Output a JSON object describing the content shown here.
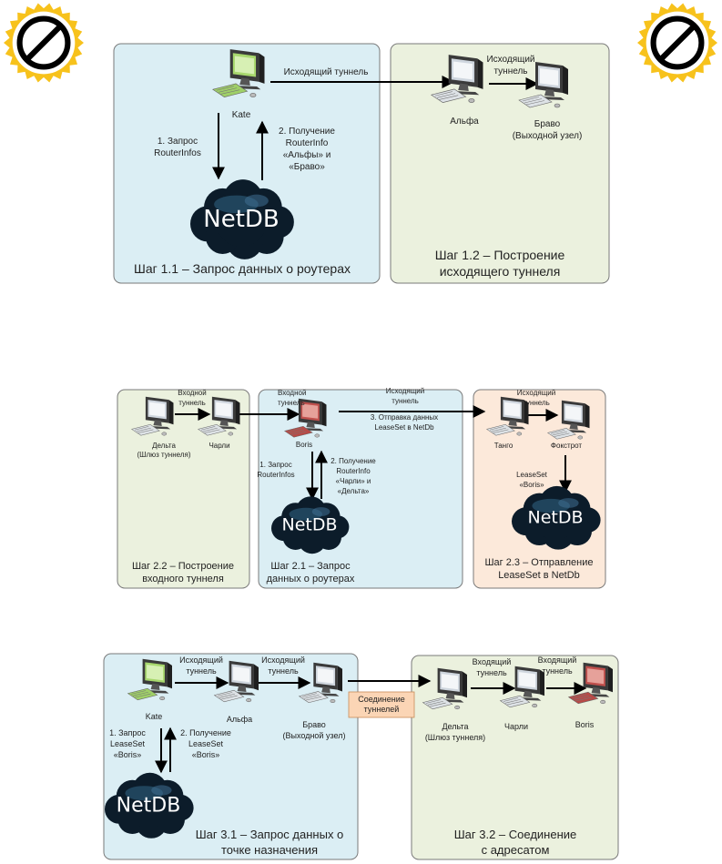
{
  "colors": {
    "panel_blue": "#dbeef4",
    "panel_green": "#ebf1de",
    "panel_peach": "#fce9da",
    "panel_border": "#7a7a7a",
    "cloud_dark": "#0c1c2a",
    "badge_yellow": "#f7c21c",
    "tunnel_box": "#fbd5b5"
  },
  "stage1": {
    "panel_left_title": [
      "Шаг 1.1 – Запрос данных о роутерах"
    ],
    "panel_right_title": [
      "Шаг 1.2 – Построение",
      "исходящего туннеля"
    ],
    "kate": "Kate",
    "request": [
      "1. Запрос",
      "RouterInfos"
    ],
    "receive": [
      "2. Получение",
      "RouterInfo",
      "«Альфы» и",
      "«Браво»"
    ],
    "netdb": "NetDB",
    "outbound_tunnel": "Исходящий туннель",
    "inner_tunnel": [
      "Исходящий",
      "туннель"
    ],
    "alpha": "Альфа",
    "bravo": [
      "Браво",
      "(Выходной узел)"
    ]
  },
  "stage2": {
    "panel_left_title": [
      "Шаг 2.2 – Построение",
      "входного туннеля"
    ],
    "panel_mid_title": [
      "Шаг 2.1 – Запрос",
      "данных о роутерах"
    ],
    "panel_right_title": [
      "Шаг 2.3 – Отправление",
      "LeaseSet в NetDb"
    ],
    "inbound_tunnel": [
      "Входной",
      "туннель"
    ],
    "inbound_tunnel_2": [
      "Входной",
      "туннель"
    ],
    "delta": [
      "Дельта",
      "(Шлюз туннеля)"
    ],
    "charlie": "Чарли",
    "boris": "Boris",
    "request": [
      "1. Запрос",
      "RouterInfos"
    ],
    "receive": [
      "2. Получение",
      "RouterInfo",
      "«Чарли» и",
      "«Дельта»"
    ],
    "netdb": "NetDB",
    "outbound_tunnel": [
      "Исходящий",
      "туннель"
    ],
    "send_leaseset": [
      "3. Отправка данных",
      "LeaseSet в NetDb"
    ],
    "inner_outbound": [
      "Исходящий",
      "туннель"
    ],
    "tango": "Танго",
    "foxtrot": "Фокстрот",
    "leaseset_boris": [
      "LeaseSet",
      "«Boris»"
    ]
  },
  "stage3": {
    "panel_left_title": [
      "Шаг 3.1 – Запрос данных о",
      "точке назначения"
    ],
    "panel_right_title": [
      "Шаг 3.2 – Соединение",
      "с адресатом"
    ],
    "kate": "Kate",
    "alpha": "Альфа",
    "bravo": [
      "Браво",
      "(Выходной узел)"
    ],
    "outbound_1": [
      "Исходящий",
      "туннель"
    ],
    "outbound_2": [
      "Исходящий",
      "туннель"
    ],
    "request": [
      "1. Запрос",
      "LeaseSet",
      "«Boris»"
    ],
    "receive": [
      "2. Получение",
      "LeaseSet",
      "«Boris»"
    ],
    "netdb": "NetDB",
    "tunnel_connection": [
      "Соединение",
      "туннелей"
    ],
    "delta": [
      "Дельта",
      "(Шлюз туннеля)"
    ],
    "charlie": "Чарли",
    "boris": "Boris",
    "inbound_1": [
      "Входящий",
      "туннель"
    ],
    "inbound_2": [
      "Входящий",
      "туннель"
    ]
  }
}
